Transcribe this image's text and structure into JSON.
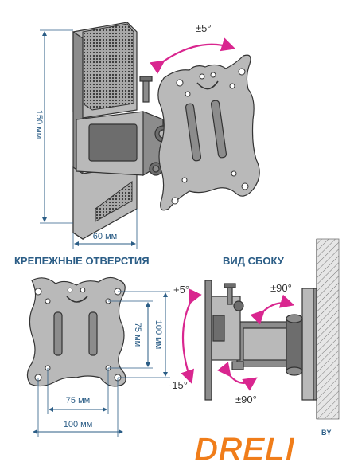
{
  "labels": {
    "tilt_top": "±5°",
    "height": "150 мм",
    "depth": "60 мм",
    "mount_holes_title": "КРЕПЕЖНЫЕ ОТВЕРСТИЯ",
    "side_view_title": "ВИД СБОКУ",
    "hole_v_inner": "75 мм",
    "hole_v_outer": "100 мм",
    "hole_h_inner": "75 мм",
    "hole_h_outer": "100 мм",
    "tilt_up": "+5°",
    "tilt_down": "-15°",
    "swivel_top": "±90°",
    "swivel_bottom": "±90°"
  },
  "brand": {
    "name": "DRELI",
    "suffix": "BY",
    "primary_color": "#f07d1a",
    "accent_color": "#2b5d86"
  },
  "colors": {
    "dimension": "#2b5d86",
    "rotation_arrow": "#d9268f"
  }
}
